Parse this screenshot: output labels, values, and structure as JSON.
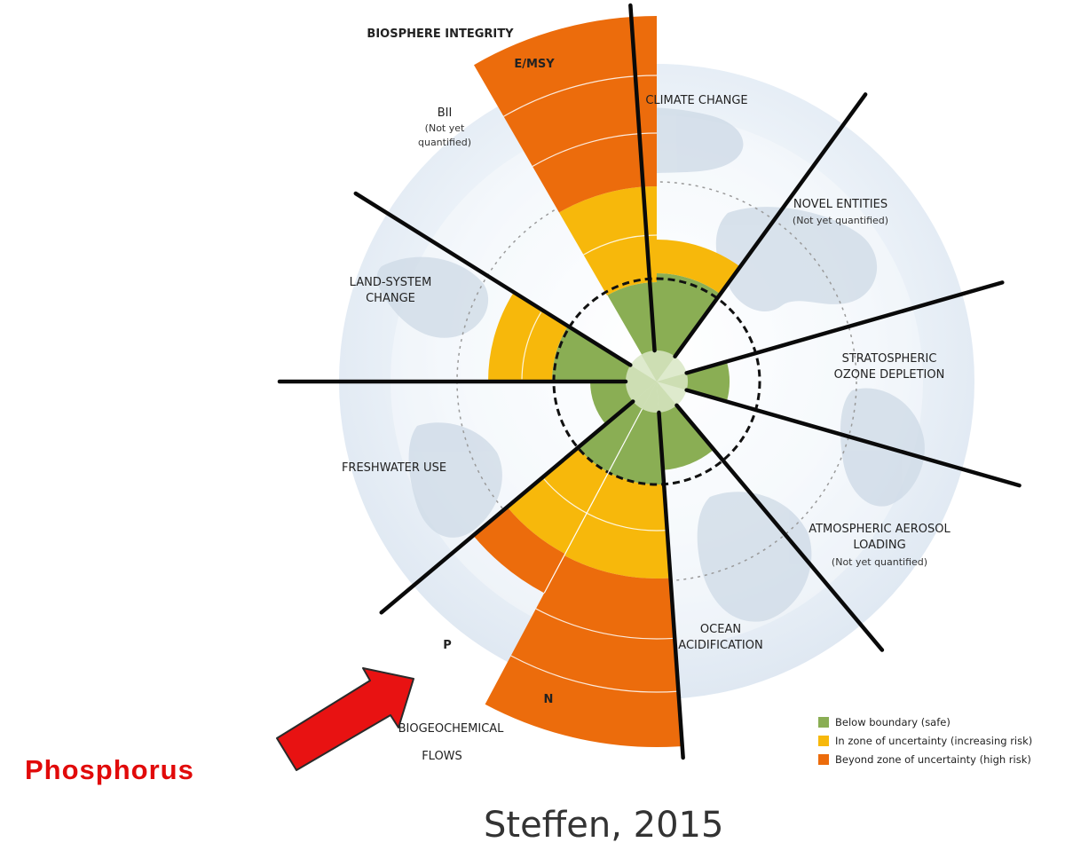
{
  "labels": {
    "biosphere_integrity": "BIOSPHERE INTEGRITY",
    "emsy": "E/MSY",
    "bii": "BII",
    "bii_note_1": "(Not yet",
    "bii_note_2": "quantified)",
    "climate_change": "CLIMATE CHANGE",
    "novel_entities": "NOVEL ENTITIES",
    "novel_entities_note": "(Not yet quantified)",
    "land_system_1": "LAND-SYSTEM",
    "land_system_2": "CHANGE",
    "strat_ozone_1": "STRATOSPHERIC",
    "strat_ozone_2": "OZONE DEPLETION",
    "freshwater_use": "FRESHWATER USE",
    "aerosol_1": "ATMOSPHERIC AEROSOL",
    "aerosol_2": "LOADING",
    "aerosol_note": "(Not yet quantified)",
    "ocean_1": "OCEAN",
    "ocean_2": "ACIDIFICATION",
    "p": "P",
    "n": "N",
    "biogeo_1": "BIOGEOCHEMICAL",
    "biogeo_2": "FLOWS"
  },
  "legend": [
    {
      "label": "Below boundary (safe)",
      "color": "#8aae54"
    },
    {
      "label": "In zone of uncertainty (increasing risk)",
      "color": "#f7b80b"
    },
    {
      "label": "Beyond zone of uncertainty (high risk)",
      "color": "#ec6c0c"
    }
  ],
  "annotation": {
    "text": "Phosphorus",
    "color": "#e10a0a",
    "arrow_color": "#e81212"
  },
  "citation": "Steffen, 2015"
}
